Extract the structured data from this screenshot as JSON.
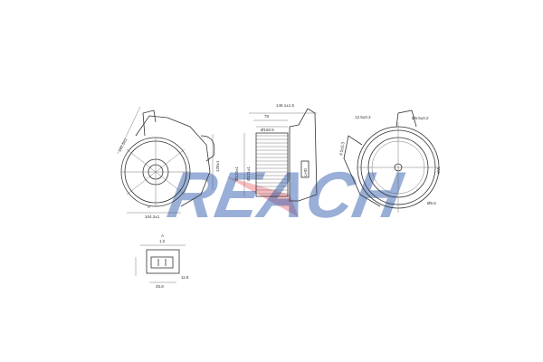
{
  "watermark": {
    "text": "REACH",
    "color": "#1e4fa8",
    "accent": "#e8404a"
  },
  "front_view": {
    "dims": [
      "161.5±1",
      "104.2±1",
      "120±1",
      "A"
    ]
  },
  "side_view": {
    "dims": [
      "146.1±1.5",
      "78",
      "Ø150.5",
      "Ø120±1",
      "Ø121±1"
    ],
    "label_box": "LHD"
  },
  "rear_view": {
    "dims": [
      "12.5±0.3",
      "Ø5.5±0.2",
      "4.5±0.3",
      "Ø6.5",
      "CW"
    ]
  },
  "connector_view": {
    "dims": [
      "A",
      "1:2",
      "25.8",
      "11.8"
    ]
  }
}
